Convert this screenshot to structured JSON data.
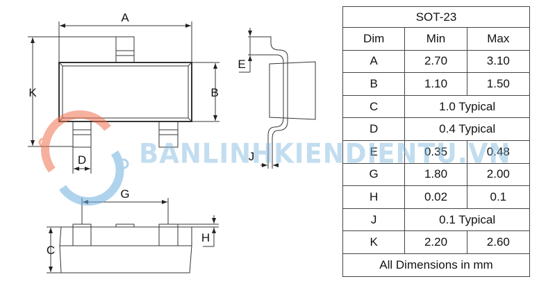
{
  "diagram": {
    "labels": {
      "A": "A",
      "B": "B",
      "C": "C",
      "D": "D",
      "E": "E",
      "G": "G",
      "H": "H",
      "J": "J",
      "K": "K"
    }
  },
  "watermark": "BANLINHKIENDIENTU.VN",
  "table": {
    "title": "SOT-23",
    "headers": [
      "Dim",
      "Min",
      "Max"
    ],
    "rows": [
      {
        "dim": "A",
        "min": "2.70",
        "max": "3.10"
      },
      {
        "dim": "B",
        "min": "1.10",
        "max": "1.50"
      },
      {
        "dim": "C",
        "typical": "1.0 Typical"
      },
      {
        "dim": "D",
        "typical": "0.4 Typical"
      },
      {
        "dim": "E",
        "min": "0.35",
        "max": "0.48"
      },
      {
        "dim": "G",
        "min": "1.80",
        "max": "2.00"
      },
      {
        "dim": "H",
        "min": "0.02",
        "max": "0.1"
      },
      {
        "dim": "J",
        "typical": "0.1 Typical"
      },
      {
        "dim": "K",
        "min": "2.20",
        "max": "2.60"
      }
    ],
    "footer": "All Dimensions in mm"
  }
}
